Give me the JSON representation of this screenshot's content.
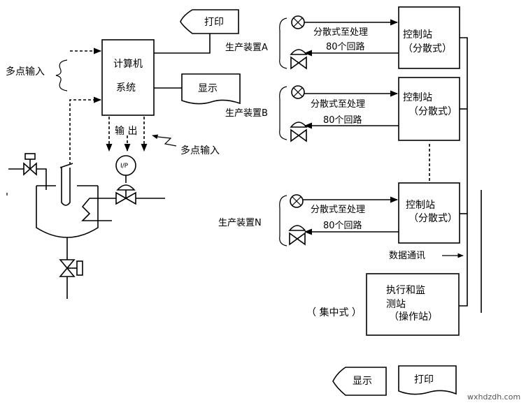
{
  "computer": {
    "line1": "计算机",
    "line2": "系统"
  },
  "multi_input_left": "多点输入",
  "multi_input_lower": "多点输入",
  "output_label": "输 出",
  "printer_top": "打印",
  "display_top": "显示",
  "ip_label": "I/P",
  "stations": [
    {
      "unit": "生产装置A",
      "forward": "分散式至处理",
      "back": "80个回路",
      "ctrl_line1": "控制站",
      "ctrl_line2": "（分散式）"
    },
    {
      "unit": "生产装置B",
      "forward": "分散式至处理",
      "back": "80个回路",
      "ctrl_line1": "控制站",
      "ctrl_line2": "（分散式）"
    },
    {
      "unit": "生产装置N",
      "forward": "分散式至处理",
      "back": "80个回路",
      "ctrl_line1": "控制站",
      "ctrl_line2": "（分散式）"
    }
  ],
  "data_comm": "数据通讯",
  "exec_station": {
    "line1": "执行和监",
    "line2": "测站",
    "line3": "（操作站）"
  },
  "centralized": "（ 集中式 ）",
  "display_bottom": "显示",
  "printer_bottom": "打印",
  "watermark": "wxhdzdh.com"
}
